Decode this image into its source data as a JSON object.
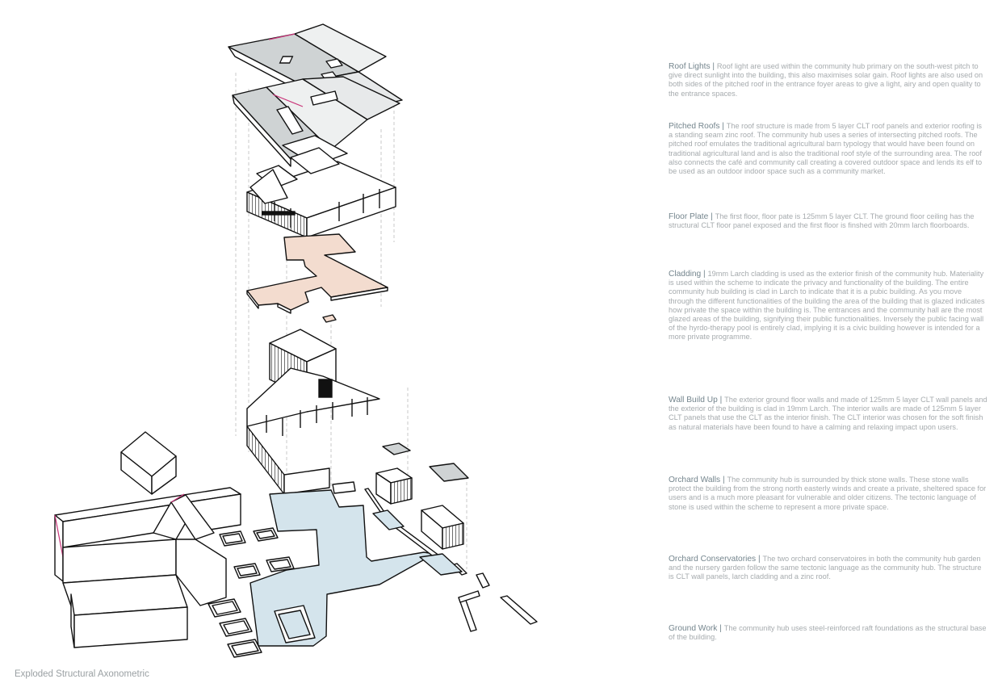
{
  "caption": "Exploded Structural Axonometric",
  "colors": {
    "ink": "#111111",
    "roof_grey": "#cfd3d4",
    "floor_plate": "#f3dccf",
    "ground_slab": "#d4e4ec",
    "ridge_accent": "#c9367a",
    "projection_line": "#bdbdbd",
    "note_title": "#74858d",
    "note_body": "#a6abae"
  },
  "notes": [
    {
      "title": "Roof Lights",
      "separator": " | ",
      "body": "Roof light are used within the community hub primary on the south-west pitch to give direct sunlight into the building, this also maximises solar gain. Roof lights are also used on both sides of the pitched roof in the entrance foyer areas to give a light, airy and open quality to the entrance spaces."
    },
    {
      "title": "Pitched Roofs",
      "separator": " | ",
      "body": "The roof structure is made from 5 layer CLT roof panels and exterior roofing is a standing seam zinc roof. The community hub uses a series of intersecting pitched roofs. The pitched roof emulates the traditional agricultural barn typology that would have been found on traditional agricultural land and is also the traditional roof style of the surrounding area.  The roof also connects the café and community call creating a covered outdoor space and lends its elf to be used as an outdoor indoor space such as a community market."
    },
    {
      "title": "Floor Plate",
      "separator": " | ",
      "body": "The first floor, floor pate is 125mm 5 layer CLT. The ground floor ceiling has the structural CLT floor panel exposed and the first floor is finshed with 20mm larch floorboards."
    },
    {
      "title": "Cladding",
      "separator": " | ",
      "body": "19mm Larch cladding is used as the exterior finish of the community hub. Materiality is used within the scheme to indicate the privacy and functionality of the building. The entire community hub building is clad in Larch to indicate that it is a pubic building. As you move through the different functionalities of the building the area of the building that is glazed indicates how private the space within the building is. The entrances and the community hall are the most glazed areas of the building, signifying their public functionalities. Inversely the public facing wall of the hyrdo-therapy pool is entirely clad, implying it is a civic building however is intended for a more private programme."
    },
    {
      "title": "Wall Build Up",
      "separator": " | ",
      "body": "The exterior ground floor walls and made of 125mm 5 layer CLT wall panels and the exterior of the building is clad in 19mm Larch. The interior walls are made of 125mm 5 layer CLT panels that use the CLT as the interior finish. The CLT interior was chosen for the soft finish as natural materials have been found to have a calming and relaxing impact upon users."
    },
    {
      "title": "Orchard Walls",
      "separator": " | ",
      "body": "The community hub is surrounded by thick stone walls. These stone walls protect the building from the strong north easterly winds and create a private, sheltered space for users and is a much more pleasant for vulnerable and older citizens. The tectonic language of stone is used within the scheme to represent a more private space."
    },
    {
      "title": "Orchard Conservatories",
      "separator": " |  ",
      "body": "The two orchard conservatoires in both the community hub garden and the nursery garden follow the same tectonic language as the community hub. The structure is CLT wall panels, larch cladding and a zinc roof."
    },
    {
      "title": "Ground Work",
      "separator": " | ",
      "body": "The community hub uses steel-reinforced raft foundations as the structural base of the building."
    }
  ]
}
